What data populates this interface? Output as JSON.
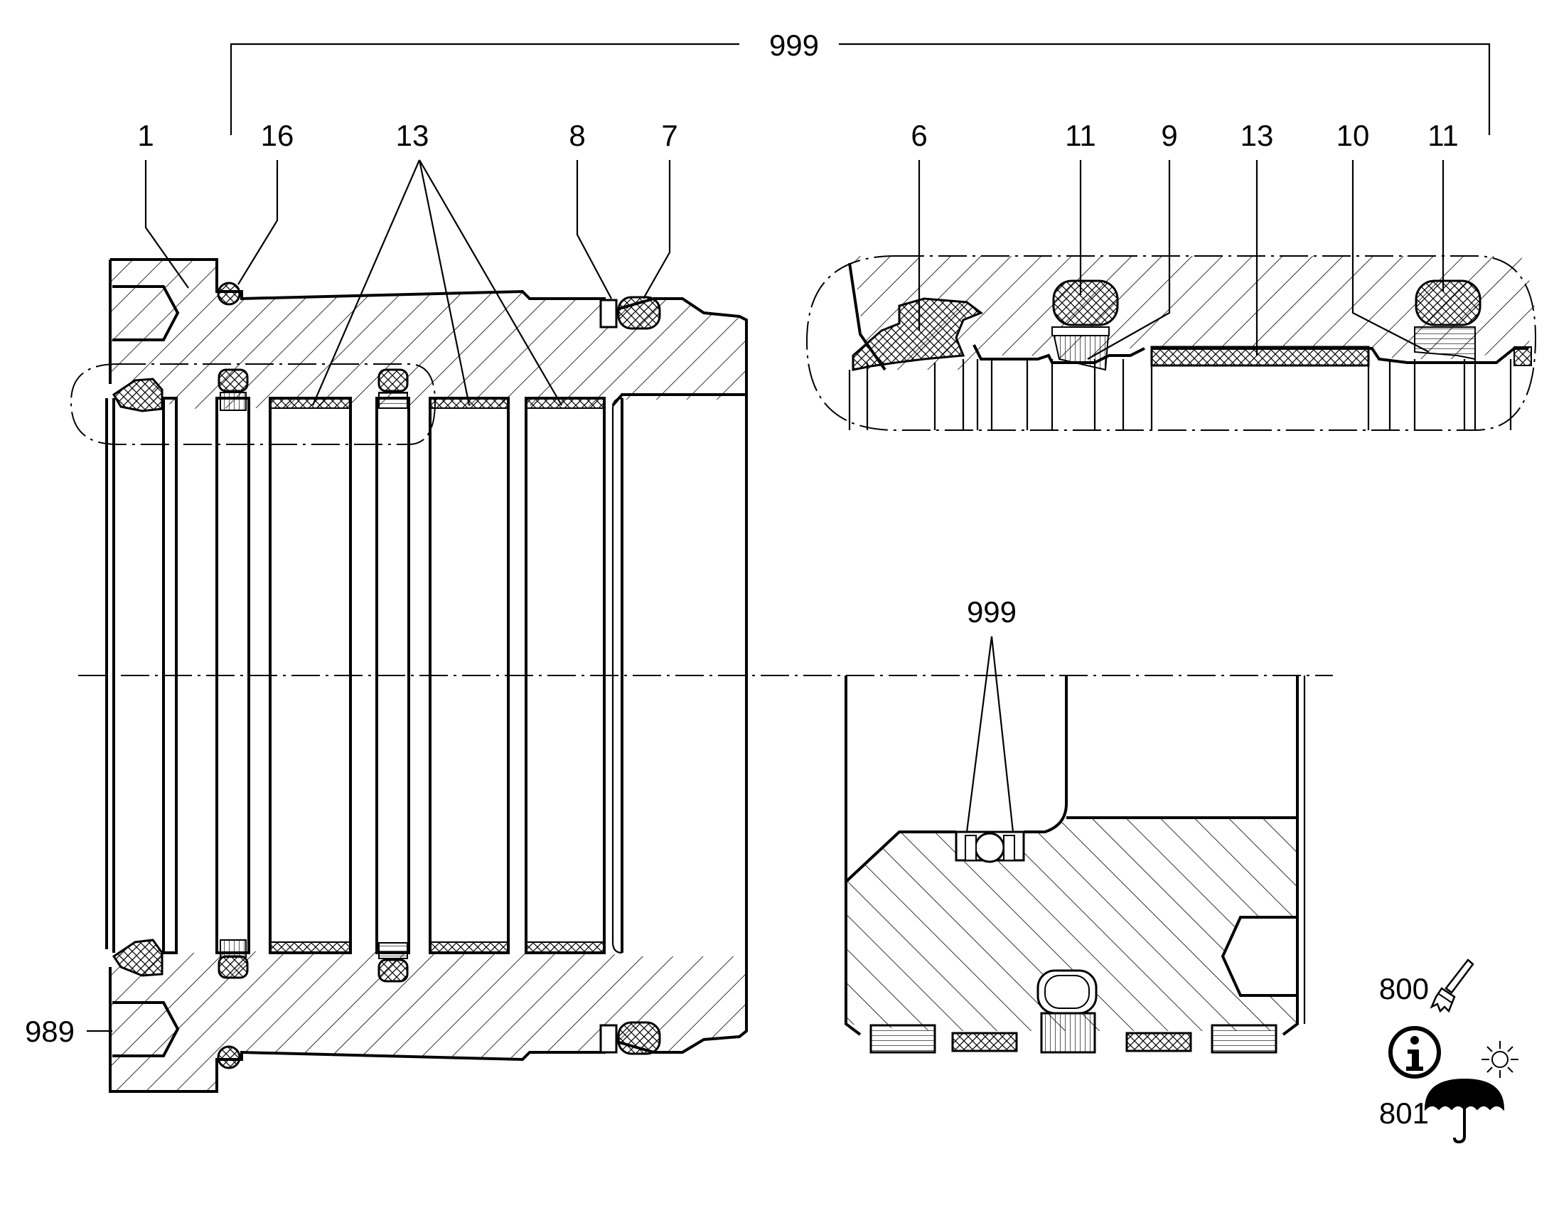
{
  "drawing": {
    "top_bracket_label": "999",
    "callouts_left": [
      "1",
      "16",
      "13",
      "8",
      "7"
    ],
    "callouts_detail": [
      "6",
      "11",
      "9",
      "13",
      "10",
      "11"
    ],
    "callout_bottom_detail": "999",
    "callout_989": "989",
    "icons": [
      {
        "label": "800",
        "icon": "brush-icon"
      },
      {
        "label": "",
        "icon": "info-icon"
      },
      {
        "label": "801",
        "icon": "umbrella-sun-icon"
      }
    ],
    "colors": {
      "line": "#000000",
      "background": "#ffffff"
    }
  }
}
